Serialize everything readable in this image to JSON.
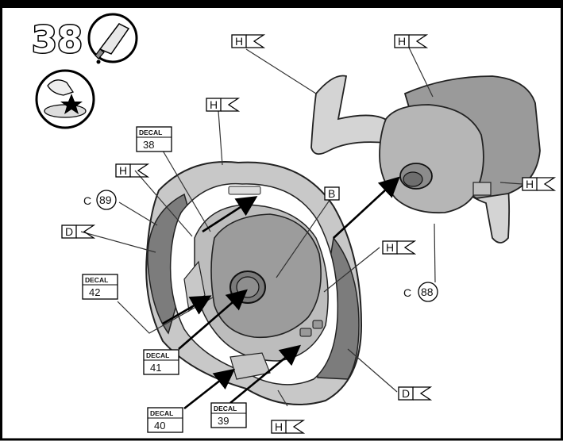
{
  "step": {
    "number": "38",
    "glue_icon": "glue-tube-icon",
    "press_icon": "press-decal-hand-icon"
  },
  "labels": {
    "H": "H",
    "B": "B",
    "D": "D",
    "C": "C",
    "decal": "DECAL"
  },
  "parts": {
    "c89": "89",
    "c88": "88"
  },
  "decals": {
    "d38": "38",
    "d42": "42",
    "d41": "41",
    "d40": "40",
    "d39": "39"
  },
  "colors": {
    "ink": "#111111",
    "wheel_light": "#c4c4c4",
    "wheel_dark": "#7d7d7d",
    "hub": "#9a9a9a",
    "border": "#000000"
  }
}
